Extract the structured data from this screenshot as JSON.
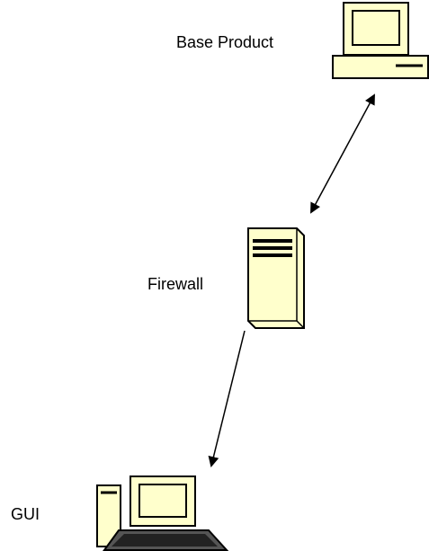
{
  "nodes": {
    "base_product": {
      "label": "Base Product",
      "icon": "desktop-computer-icon"
    },
    "firewall": {
      "label": "Firewall",
      "icon": "server-tower-icon"
    },
    "gui": {
      "label": "GUI",
      "icon": "laptop-computer-icon"
    }
  },
  "connections": [
    {
      "from": "firewall",
      "to": "base_product",
      "direction": "bidirectional"
    },
    {
      "from": "firewall",
      "to": "gui",
      "direction": "one-way"
    }
  ],
  "colors": {
    "device_fill": "#ffffcc",
    "outline": "#000000",
    "arrow": "#000000",
    "dark_base": "#333333",
    "background": "#ffffff"
  }
}
